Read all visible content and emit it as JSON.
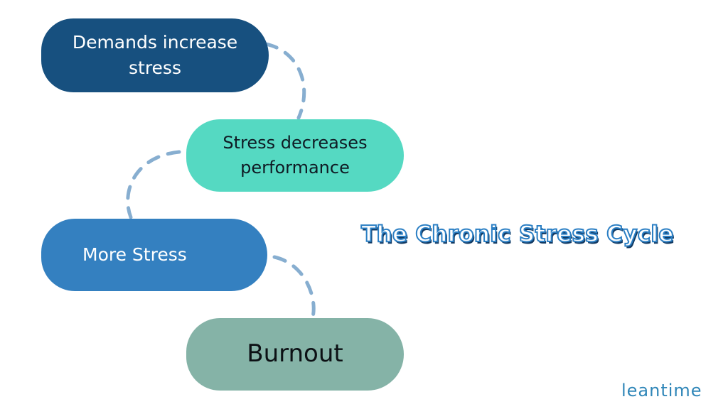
{
  "diagram": {
    "steps": [
      {
        "line1": "Demands increase",
        "line2": "stress"
      },
      {
        "line1": "Stress decreases",
        "line2": "performance"
      },
      {
        "line1": "More Stress",
        "line2": ""
      },
      {
        "line1": "Burnout",
        "line2": ""
      }
    ],
    "title": "The Chronic Stress Cycle",
    "brand": "leantime"
  },
  "colors": {
    "step_1": "#17507f",
    "step_2": "#55d9c2",
    "step_3": "#3480c0",
    "step_4": "#85b3a7",
    "connector": "#87aed0",
    "title_outline": "#2b7fc4",
    "brand": "#2f86b8"
  }
}
